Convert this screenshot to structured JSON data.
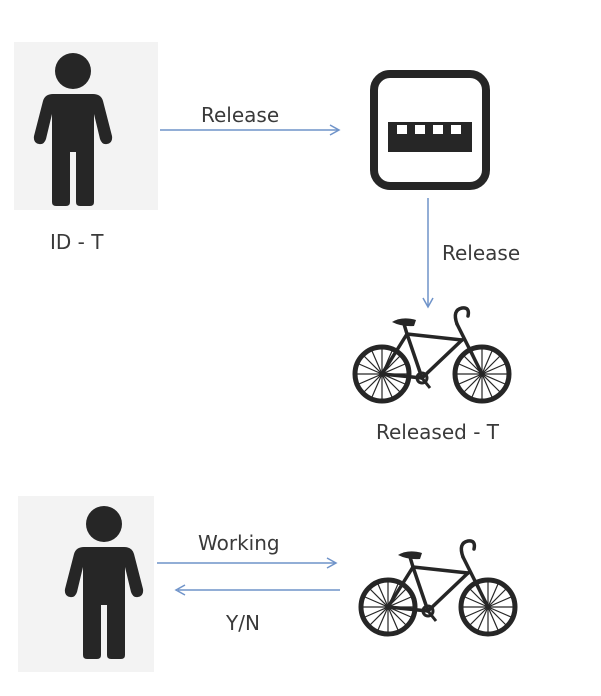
{
  "top": {
    "person_label": "ID - T",
    "release_label_1": "Release",
    "release_label_2": "Release",
    "bike_label": "Released - T"
  },
  "bottom": {
    "working_label": "Working",
    "yn_label": "Y/N"
  },
  "colors": {
    "arrow": "#6f93c9",
    "icon": "#262626",
    "panel": "#f3f3f3"
  },
  "icons": [
    "person-icon",
    "dock-icon",
    "bicycle-icon",
    "person-icon",
    "bicycle-icon"
  ]
}
